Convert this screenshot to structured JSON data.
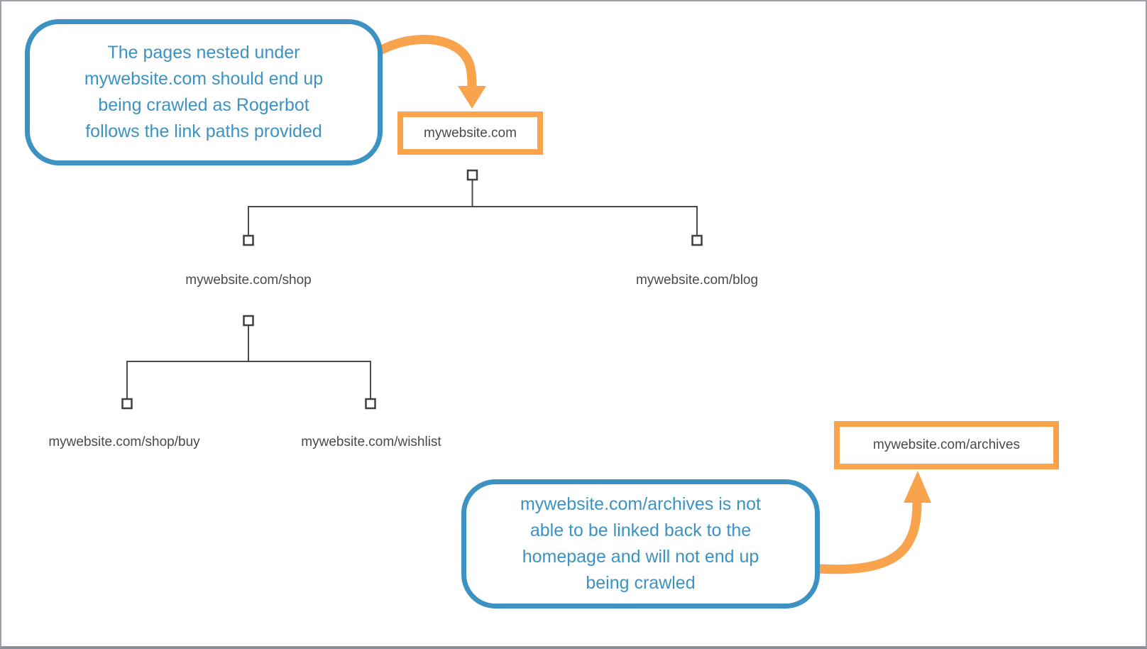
{
  "diagram": {
    "callout_top": {
      "lines": [
        "The pages nested under",
        "mywebsite.com should end up",
        "being crawled as Rogerbot",
        "follows the link paths provided"
      ]
    },
    "callout_bottom": {
      "lines": [
        "mywebsite.com/archives is not",
        "able to be linked back to the",
        "homepage and will not end up",
        "being crawled"
      ]
    },
    "nodes": {
      "root": {
        "label": "mywebsite.com"
      },
      "shop": {
        "label": "mywebsite.com/shop"
      },
      "blog": {
        "label": "mywebsite.com/blog"
      },
      "shop_buy": {
        "label": "mywebsite.com/shop/buy"
      },
      "wishlist": {
        "label": "mywebsite.com/wishlist"
      },
      "archives": {
        "label": "mywebsite.com/archives"
      }
    },
    "colors": {
      "callout_blue": "#3c92c2",
      "highlight_orange": "#f9a44c",
      "connector_gray": "#4a4a4a",
      "label_text": "#4a4a4a",
      "frame_gray": "#9aa0a5"
    }
  }
}
